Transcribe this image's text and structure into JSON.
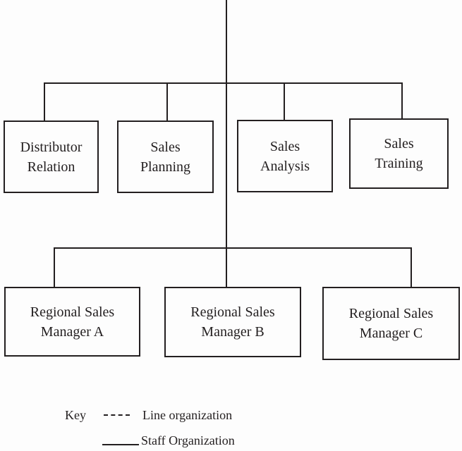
{
  "org": {
    "description": "Sales organization chart",
    "staff_units": [
      {
        "line1": "Distributor",
        "line2": "Relation"
      },
      {
        "line1": "Sales",
        "line2": "Planning"
      },
      {
        "line1": "Sales",
        "line2": "Analysis"
      },
      {
        "line1": "Sales",
        "line2": "Training"
      }
    ],
    "line_units": [
      {
        "line1": "Regional Sales",
        "line2": "Manager A"
      },
      {
        "line1": "Regional Sales",
        "line2": "Manager B"
      },
      {
        "line1": "Regional Sales",
        "line2": "Manager C"
      }
    ]
  },
  "key": {
    "title": "Key",
    "entries": [
      {
        "symbol": "dashed-line",
        "label": "Line organization"
      },
      {
        "symbol": "solid-line",
        "label": "Staff Organization"
      }
    ]
  },
  "colors": {
    "line": "#231f20",
    "text": "#231f20",
    "background": "#fdfdfd"
  }
}
